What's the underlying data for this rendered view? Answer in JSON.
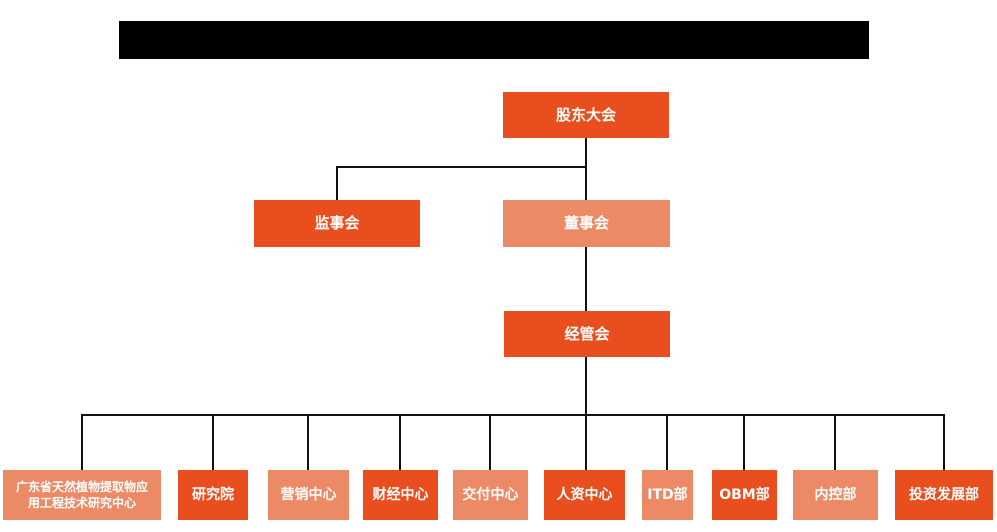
{
  "colors": {
    "node_primary": "#E94E1E",
    "node_secondary": "#EB8A65",
    "connector": "#111111",
    "node_text": "#FFFFFF",
    "redacted_bar": "#000000"
  },
  "org_chart": {
    "root": {
      "label": "股东大会"
    },
    "level_2": [
      {
        "label": "监事会"
      },
      {
        "label": "董事会"
      }
    ],
    "level_3": {
      "label": "经管会"
    },
    "departments": [
      {
        "label": "广东省天然植物提取物应用工程技术研究中心"
      },
      {
        "label": "研究院"
      },
      {
        "label": "营销中心"
      },
      {
        "label": "财经中心"
      },
      {
        "label": "交付中心"
      },
      {
        "label": "人资中心"
      },
      {
        "label": "ITD部"
      },
      {
        "label": "OBM部"
      },
      {
        "label": "内控部"
      },
      {
        "label": "投资发展部"
      }
    ]
  }
}
